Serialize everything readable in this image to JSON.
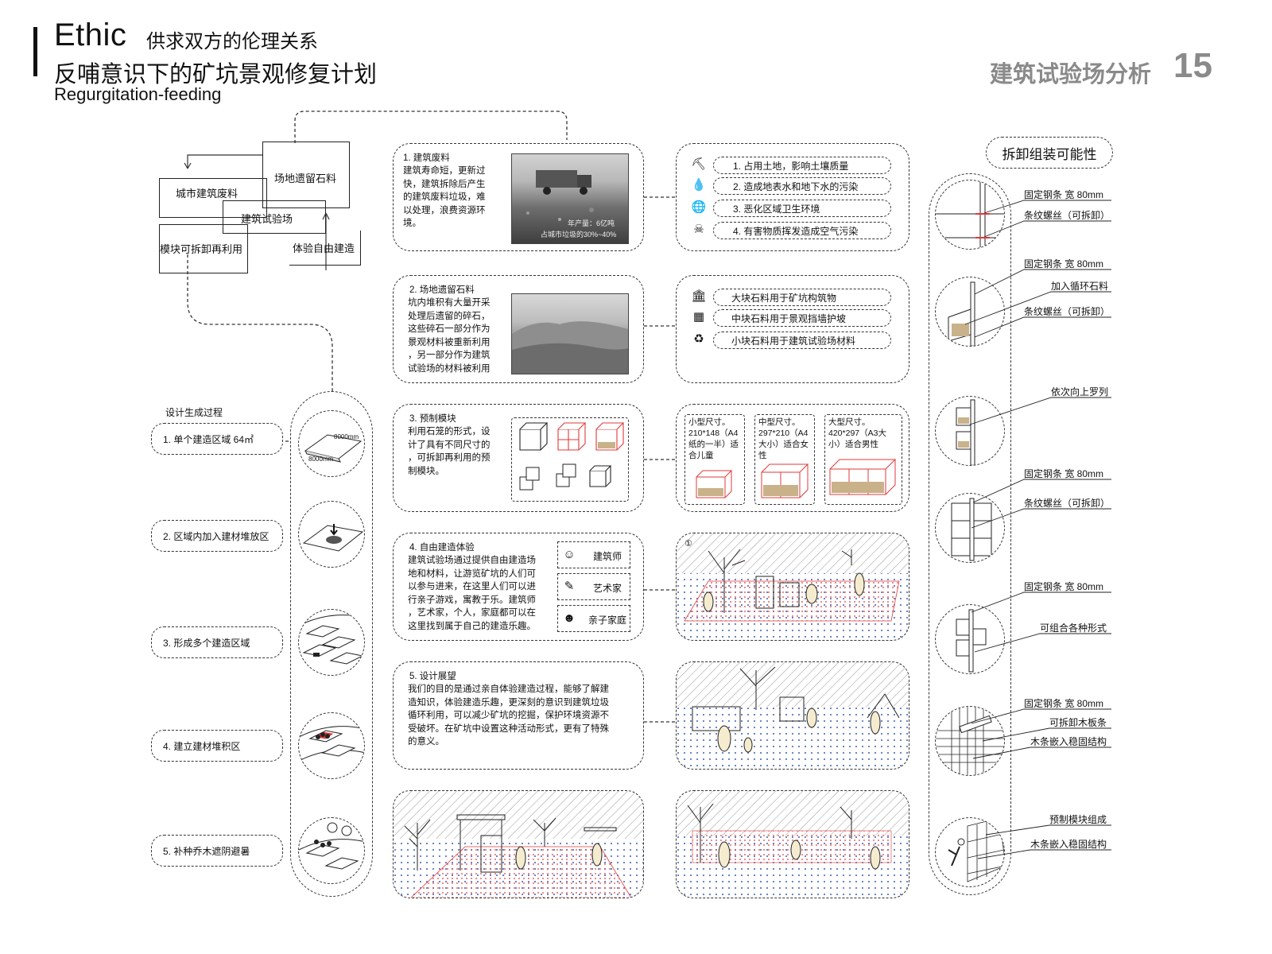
{
  "header": {
    "title_en": "Ethic",
    "title_cn": "供求双方的伦理关系",
    "subtitle": "反哺意识下的矿坑景观修复计划",
    "subtitle_en": "Regurgitation-feeding",
    "page_label": "建筑试验场分析",
    "page_number": "15"
  },
  "concept_boxes": {
    "site_stone": "场地遗留石料",
    "city_waste": "城市建筑废料",
    "test_site": "建筑试验场",
    "module_reuse": "模块可拆卸再利用",
    "free_build": "体验自由建造"
  },
  "left": {
    "process_title": "设计生成过程",
    "steps": [
      "1. 单个建造区域  64㎡",
      "2. 区域内加入建材堆放区",
      "3. 形成多个建造区域",
      "4. 建立建材堆积区",
      "5. 补种乔木遮阴避暑"
    ],
    "dim_a": "8000mm",
    "dim_b": "8000mm"
  },
  "sections": {
    "s1": {
      "title": "1. 建筑废料",
      "body": "建筑寿命短，更新过\n快，建筑拆除后产生\n的建筑废料垃圾，难\n以处理，浪费资源环\n境。",
      "photo_caption1": "年产量：6亿吨",
      "photo_caption2": "占城市垃圾的30%~40%"
    },
    "s2": {
      "title": "2. 场地遗留石料",
      "body": "坑内堆积有大量开采\n处理后遗留的碎石，\n这些碎石一部分作为\n景观材料被重新利用\n，另一部分作为建筑\n试验场的材料被利用"
    },
    "s3": {
      "title": "3. 预制模块",
      "body": "利用石笼的形式，设\n计了具有不同尺寸的\n，可拆卸再利用的预\n制模块。"
    },
    "s4": {
      "title": "4. 自由建造体验",
      "body": "建筑试验场通过提供自由建造场\n地和材料，让游览矿坑的人们可\n以参与进来，在这里人们可以进\n行亲子游戏，寓教于乐。建筑师\n，艺术家，个人，家庭都可以在\n这里找到属于自己的建造乐趣。",
      "people": [
        "建筑师",
        "艺术家",
        "亲子家庭"
      ]
    },
    "s5": {
      "title": "5. 设计展望",
      "body": "我们的目的是通过亲自体验建造过程，能够了解建\n造知识，体验建造乐趣，更深刻的意识到建筑垃圾\n循环利用，可以减少矿坑的挖掘，保护环境资源不\n受破坏。在矿坑中设置这种活动形式，更有了特殊\n的意义。"
    }
  },
  "impacts": [
    "1. 占用土地，影响土壤质量",
    "2. 造成地表水和地下水的污染",
    "3. 恶化区域卫生环境",
    "4. 有害物质挥发造成空气污染"
  ],
  "stone_uses": [
    "大块石料用于矿坑构筑物",
    "中块石料用于景观挡墙护坡",
    "小块石料用于建筑试验场材料"
  ],
  "module_sizes": [
    "小型尺寸。\n210*148（A4\n纸的一半）适\n合儿童",
    "中型尺寸。\n297*210（A4\n大小）适合女\n性",
    "大型尺寸。\n420*297（A3大\n小）适合男性"
  ],
  "scene_marker": "①",
  "right": {
    "title": "拆卸组装可能性",
    "labels": [
      "固定钢条 宽 80mm",
      "条纹螺丝（可拆卸）",
      "固定钢条 宽 80mm",
      "加入循环石料",
      "条纹螺丝（可拆卸）",
      "依次向上罗列",
      "固定钢条 宽 80mm",
      "条纹螺丝（可拆卸）",
      "固定钢条 宽 80mm",
      "可组合各种形式",
      "固定钢条 宽 80mm",
      "可拆卸木板条",
      "木条嵌入稳固结构",
      "预制模块组成",
      "木条嵌入稳固结构"
    ]
  },
  "colors": {
    "accent_red": "#e03a3a",
    "dot_blue": "#3a5fb0",
    "line": "#333333"
  }
}
